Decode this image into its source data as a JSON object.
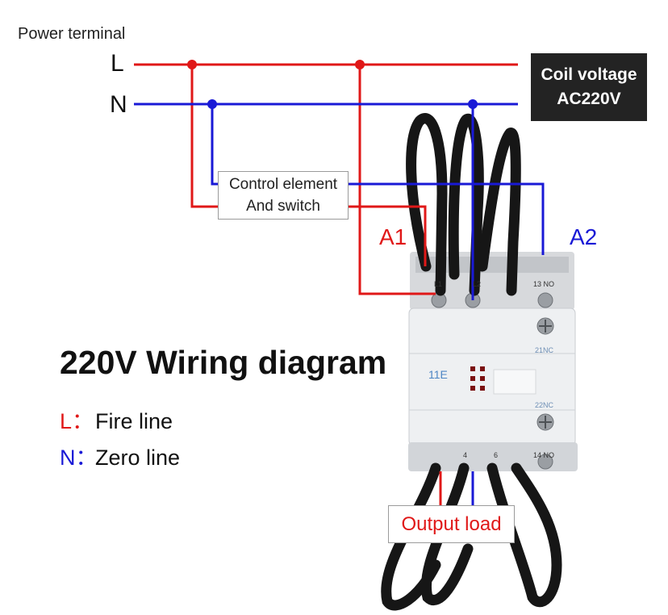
{
  "power_terminal_label": "Power terminal",
  "lines": {
    "l": "L",
    "n": "N"
  },
  "coil": {
    "line1": "Coil voltage",
    "line2": "AC220V"
  },
  "control": {
    "line1": "Control element",
    "line2": "And switch"
  },
  "terminals": {
    "a1": "A1",
    "a2": "A2"
  },
  "title": "220V Wiring diagram",
  "legend": [
    {
      "key": "L：",
      "text": "Fire line"
    },
    {
      "key": "N：",
      "text": "Zero line"
    }
  ],
  "output_load": "Output load",
  "contactor": {
    "model": "11E",
    "t_l1": "L1",
    "t_l2": "L2",
    "t_13": "13 NO",
    "t_21": "21NC",
    "t_22": "22NC",
    "t_14": "14 NO",
    "t_4": "4",
    "t_6": "6"
  },
  "colors": {
    "fire": "#e01818",
    "zero": "#1919d6",
    "coil_bg": "#232323",
    "cable": "#161616"
  }
}
